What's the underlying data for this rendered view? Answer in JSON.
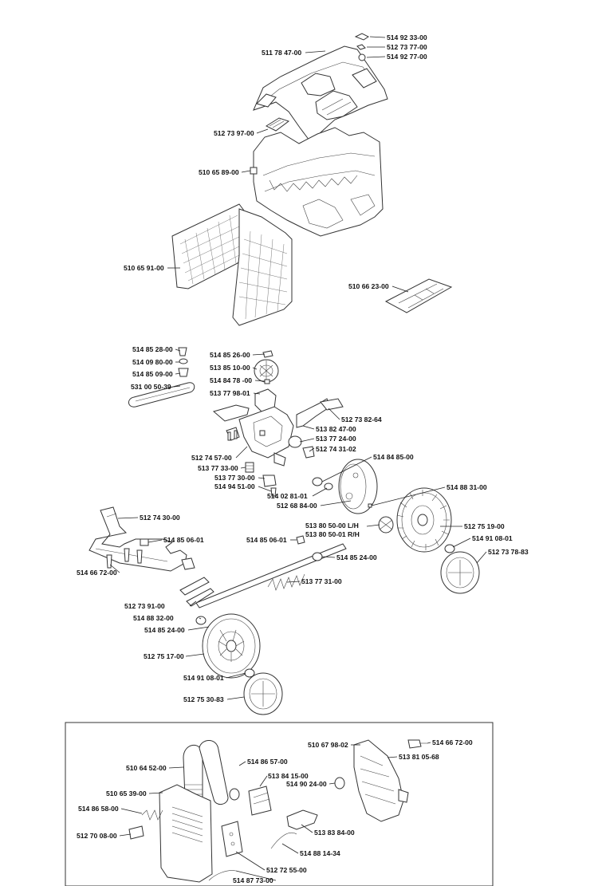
{
  "callouts": {
    "c01": "514 92 33-00",
    "c02": "512 73 77-00",
    "c03": "514 92 77-00",
    "c04": "511 78 47-00",
    "c05": "512 73 97-00",
    "c06": "510 65 89-00",
    "c07": "510 65 91-00",
    "c08": "510 66 23-00",
    "c09": "514 85 28-00",
    "c10": "514 09 80-00",
    "c11": "514 85 09-00",
    "c12": "531 00 50-39",
    "c13": "514 85 26-00",
    "c14": "513 85 10-00",
    "c15": "514 84 78 -00",
    "c16": "513 77 98-01",
    "c17": "512 73 82-64",
    "c18": "513 82 47-00",
    "c19": "513 77 24-00",
    "c20": "512 74 31-02",
    "c21": "512 74 57-00",
    "c22": "513 77 33-00",
    "c23": "513 77 30-00",
    "c24": "514 94 51-00",
    "c25": "514 84 85-00",
    "c26": "514 02 81-01",
    "c27": "512 68 84-00",
    "c28": "514 88 31-00",
    "c29": "512 74 30-00",
    "c30": "514 85 06-01",
    "c31": "514 85 06-01",
    "c32": "513 80 50-00 L/H",
    "c33": "513 80 50-01 R/H",
    "c34": "512 75 19-00",
    "c35": "514 91 08-01",
    "c36": "512 73 78-83",
    "c37": "514 66 72-00",
    "c38": "514 85 24-00",
    "c39": "513 77 31-00",
    "c40": "512 73 91-00",
    "c41": "514 88 32-00",
    "c42": "514 85 24-00",
    "c43": "512 75 17-00",
    "c44": "514 91 08-01",
    "c45": "512 75 30-83",
    "c46": "514 66 72-00",
    "c47": "510 67 98-02",
    "c48": "513 81 05-68",
    "c49": "510 64 52-00",
    "c50": "514 86 57-00",
    "c51": "513 84 15-00",
    "c52": "514 90 24-00",
    "c53": "510 65 39-00",
    "c54": "514 86 58-00",
    "c55": "513 83 84-00",
    "c56": "512 70 08-00",
    "c57": "514 88 14-34",
    "c58": "512 72 55-00",
    "c59": "514 87 73-00"
  }
}
